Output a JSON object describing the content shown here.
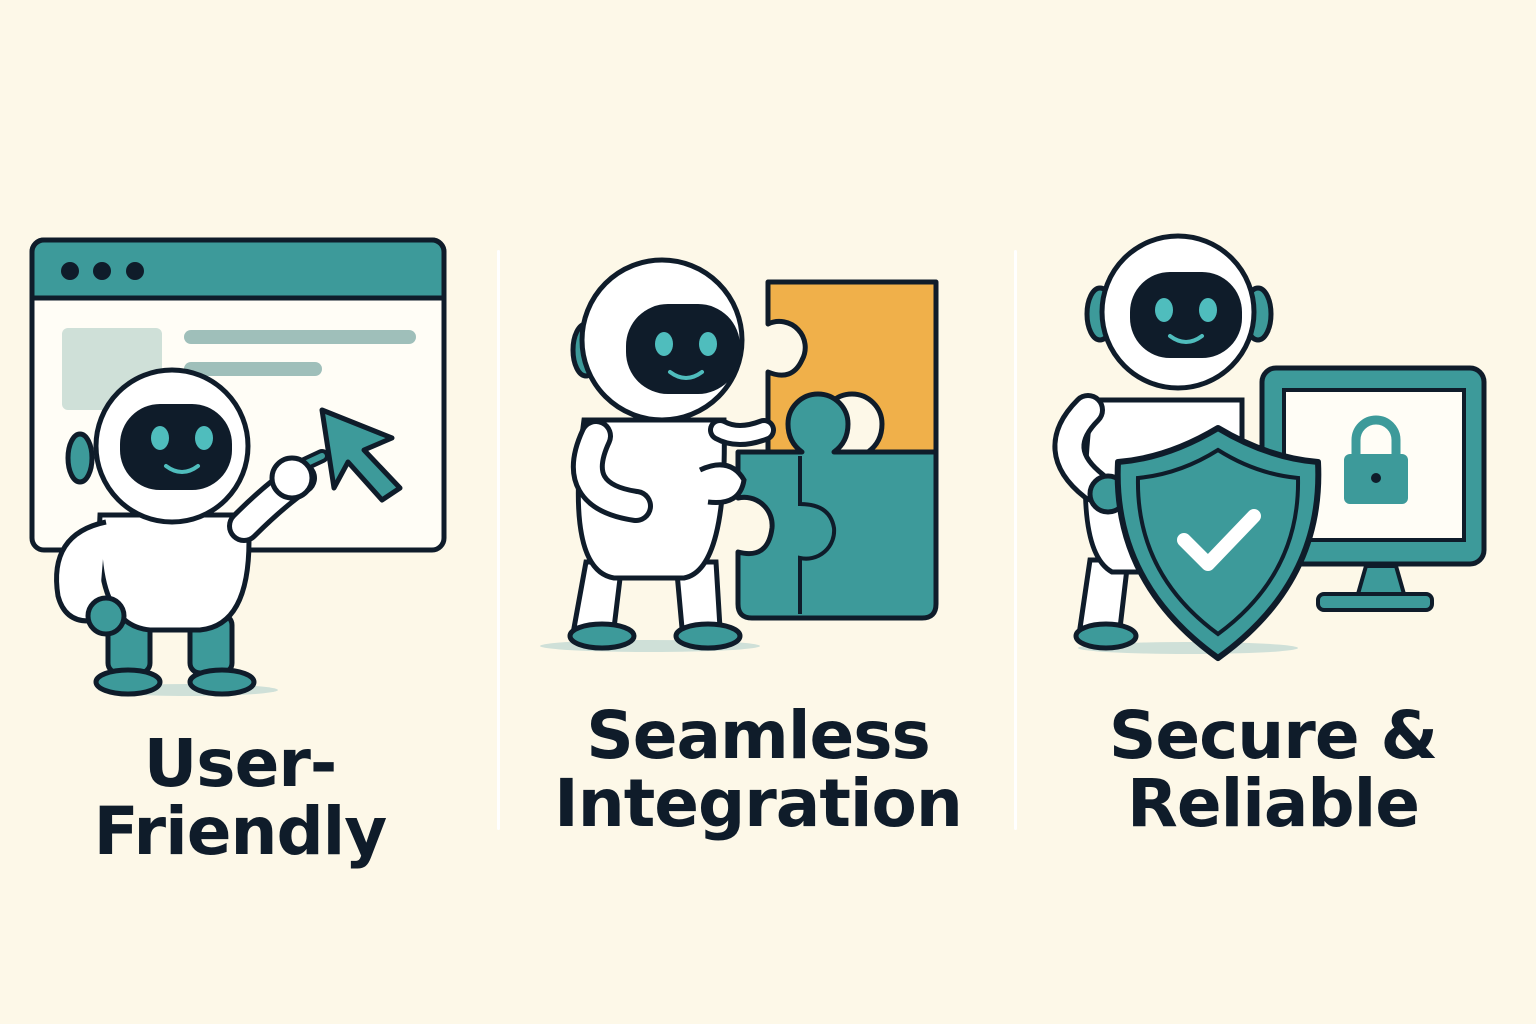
{
  "colors": {
    "background": "#fdf8e8",
    "teal": "#3d9a9a",
    "orange": "#f0b04a",
    "ink": "#0f1c2a"
  },
  "panels": [
    {
      "icons": [
        "browser-window-icon",
        "robot-icon",
        "cursor-arrow-icon"
      ],
      "caption_lines": [
        "User-Friendly"
      ]
    },
    {
      "icons": [
        "robot-icon",
        "puzzle-pieces-icon"
      ],
      "caption_lines": [
        "Seamless",
        "Integration"
      ]
    },
    {
      "icons": [
        "robot-icon",
        "shield-check-icon",
        "monitor-lock-icon"
      ],
      "caption_lines": [
        "Secure &",
        "Reliable"
      ]
    }
  ]
}
